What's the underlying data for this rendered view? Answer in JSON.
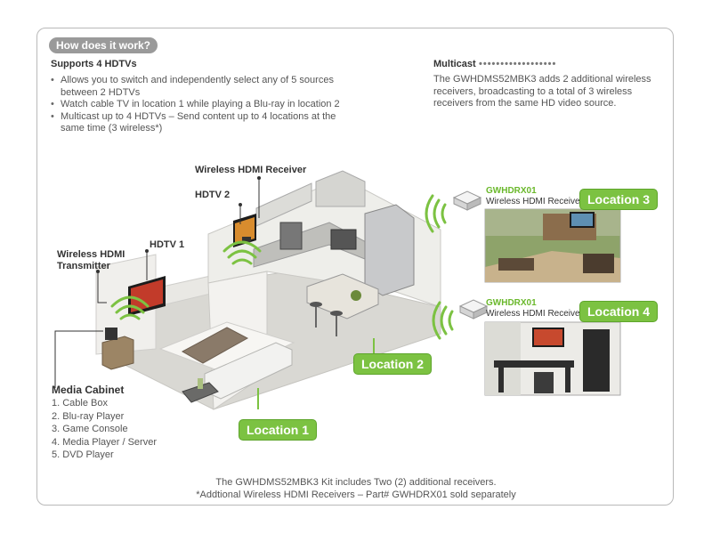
{
  "title": "How does it work?",
  "supports": {
    "heading": "Supports 4 HDTVs",
    "bullets": [
      "Allows you to switch and independently select any of 5 sources between 2 HDTVs",
      "Watch cable TV in location 1 while playing a Blu-ray in location 2",
      "Multicast up to 4 HDTVs – Send content up to 4 locations at the same time (3 wireless*)"
    ]
  },
  "multicast": {
    "heading": "Multicast",
    "dots": "••••••••••••••••••",
    "body": "The GWHDMS52MBK3 adds 2 additional wireless receivers, broadcasting to a total of 3 wireless receivers from the same HD video source."
  },
  "diagram": {
    "receiver_label": "Wireless HDMI Receiver",
    "hdtv2_label": "HDTV 2",
    "hdtv1_label": "HDTV 1",
    "transmitter_label_1": "Wireless HDMI",
    "transmitter_label_2": "Transmitter",
    "location1": "Location 1",
    "location2": "Location 2",
    "location3": "Location 3",
    "location4": "Location 4",
    "remote_receiver_model": "GWHDRX01",
    "remote_receiver_name": "Wireless HDMI Receiver"
  },
  "media_cabinet": {
    "heading": "Media Cabinet",
    "items": [
      "1. Cable Box",
      "2. Blu-ray Player",
      "3. Game Console",
      "4. Media Player / Server",
      "5. DVD Player"
    ]
  },
  "footer": {
    "line1": "The GWHDMS52MBK3 Kit includes Two (2) additional receivers.",
    "line2": "*Addtional Wireless HDMI Receivers – Part# GWHDRX01 sold separately"
  },
  "colors": {
    "accent_green": "#7cc242",
    "model_green": "#6ab82b",
    "badge_grey": "#9a9a9a"
  }
}
